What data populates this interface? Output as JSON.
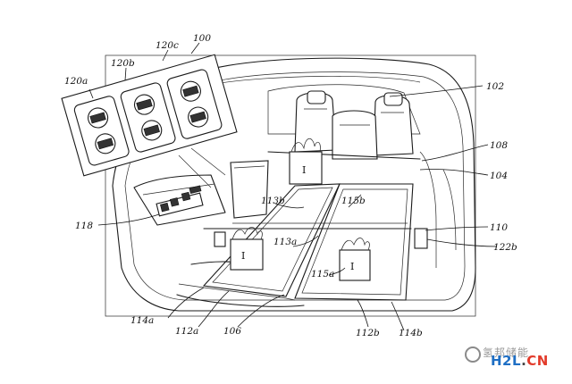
{
  "figure": {
    "labels": {
      "ref_100": "100",
      "ref_102": "102",
      "ref_104": "104",
      "ref_106": "106",
      "ref_108": "108",
      "ref_110": "110",
      "ref_112a": "112a",
      "ref_112b": "112b",
      "ref_113a": "113a",
      "ref_113b": "113b",
      "ref_114a": "114a",
      "ref_114b": "114b",
      "ref_115a": "115a",
      "ref_115b": "115b",
      "ref_118": "118",
      "ref_120a": "120a",
      "ref_120b": "120b",
      "ref_120c": "120c",
      "ref_122b": "122b"
    },
    "bag_mark": "I"
  },
  "watermark": {
    "chinese_text": "氢邦储能",
    "site_part1": "H2L",
    "site_part2": ".",
    "site_part3": "CN"
  }
}
